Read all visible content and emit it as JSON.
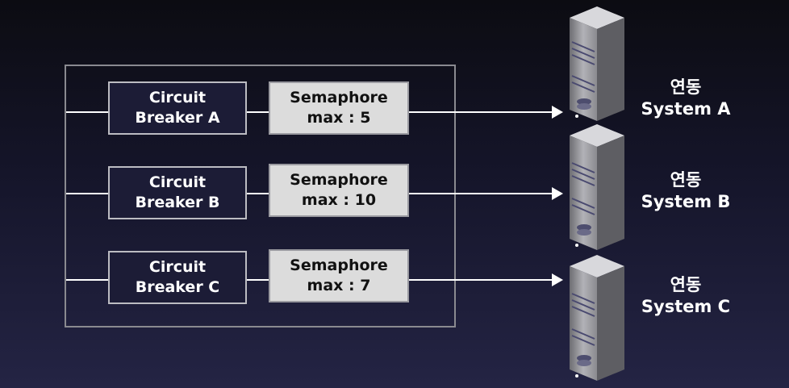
{
  "rows": [
    {
      "breaker": {
        "line1": "Circuit",
        "line2": "Breaker A"
      },
      "semaphore": {
        "line1": "Semaphore",
        "line2": "max : 5"
      },
      "system": {
        "line1": "연동",
        "line2": "System A"
      }
    },
    {
      "breaker": {
        "line1": "Circuit",
        "line2": "Breaker B"
      },
      "semaphore": {
        "line1": "Semaphore",
        "line2": "max : 10"
      },
      "system": {
        "line1": "연동",
        "line2": "System B"
      }
    },
    {
      "breaker": {
        "line1": "Circuit",
        "line2": "Breaker C"
      },
      "semaphore": {
        "line1": "Semaphore",
        "line2": "max : 7"
      },
      "system": {
        "line1": "연동",
        "line2": "System C"
      }
    }
  ],
  "colors": {
    "breaker_fill": "#1c1c36",
    "semaphore_fill": "#dcdcdc",
    "server_body": "#9e9ea3",
    "connector": "#ffffff"
  },
  "icons": {
    "server": "server-tower-icon"
  }
}
